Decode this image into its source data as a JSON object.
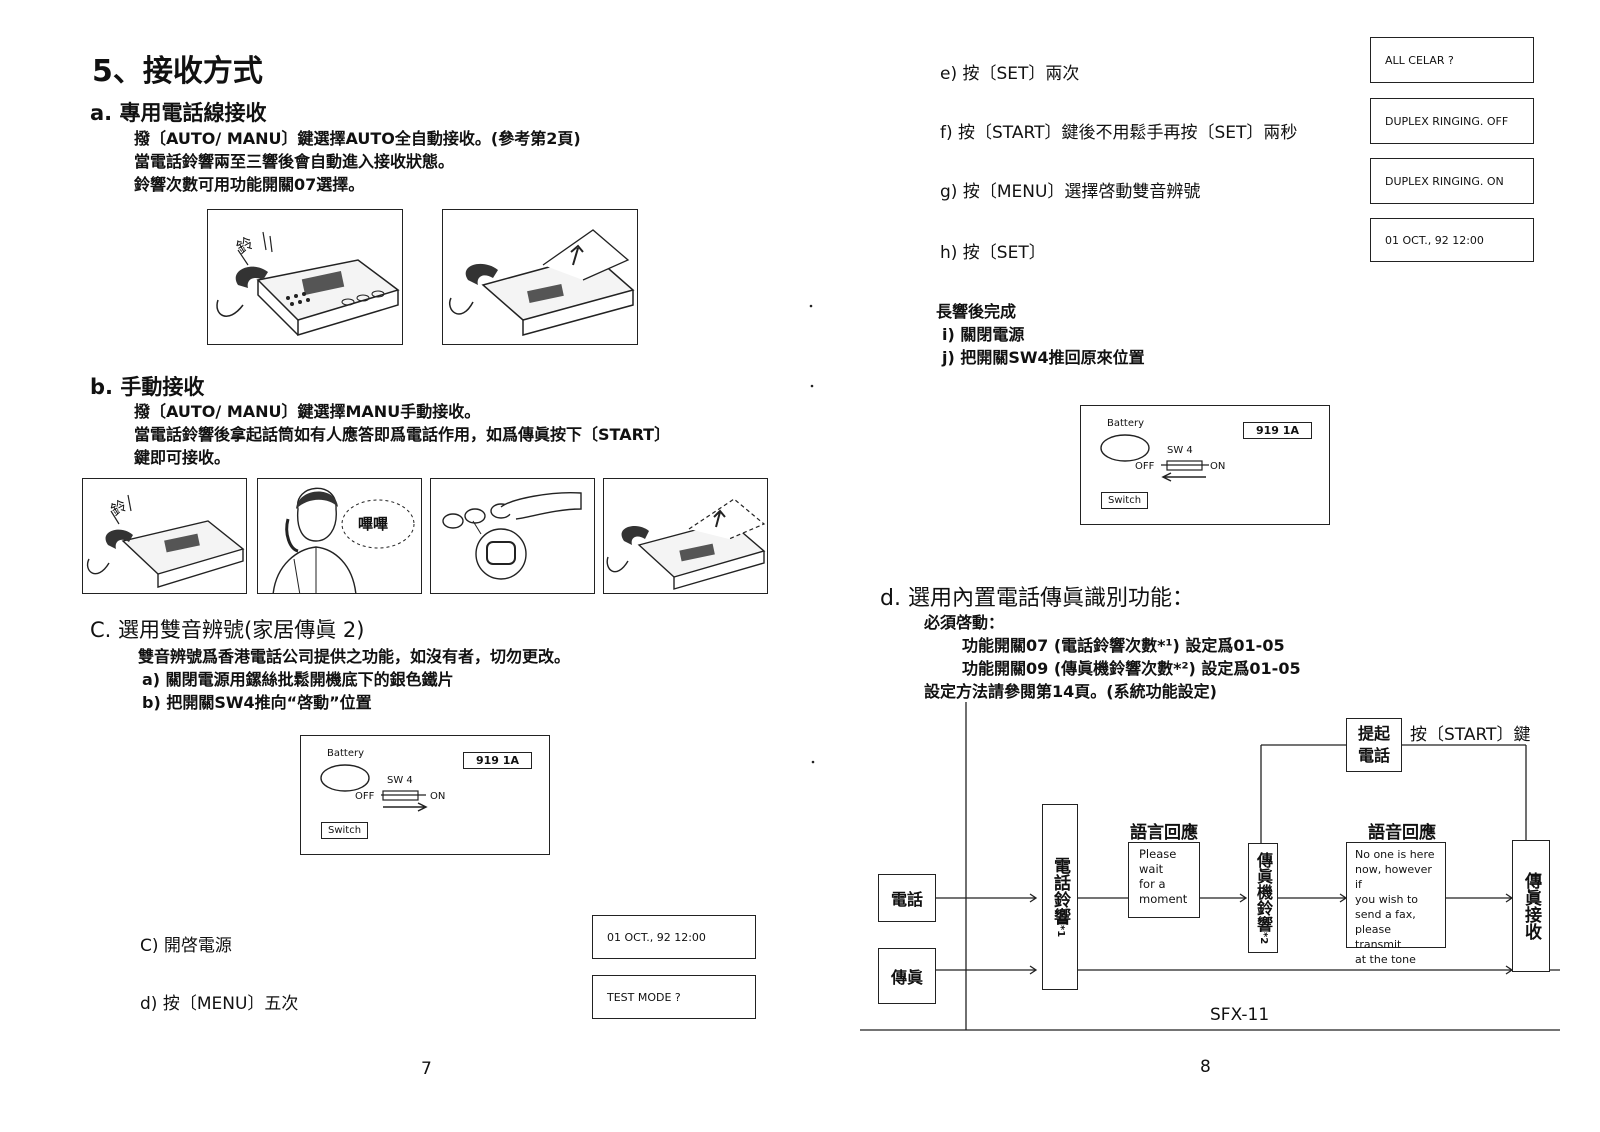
{
  "left": {
    "title": "5、接收方式",
    "a_head": "a. 專用電話線接收",
    "a_l1": "撥〔AUTO/ MANU〕鍵選擇AUTO全自動接收。(參考第2頁)",
    "a_l2": "當電話鈴響兩至三響後會自動進入接收狀態。",
    "a_l3": "鈴響次數可用功能開關07選擇。",
    "ring1": "鈴",
    "b_head": "b. 手動接收",
    "b_l1": "撥〔AUTO/ MANU〕鍵選擇MANU手動接收。",
    "b_l2": "當電話鈴響後拿起話筒如有人應答即爲電話作用，如爲傳眞按下〔START〕",
    "b_l3": "鍵即可接收。",
    "ring2": "鈴",
    "bubble": "嗶嗶",
    "c_head": "C. 選用雙音辨號(家居傳眞 2)",
    "c_l1": "雙音辨號爲香港電話公司提供之功能，如沒有者，切勿更改。",
    "c_l2": "a) 關閉電源用鏍絲批鬆開機底下的銀色鐵片",
    "c_l3": "b) 把開關SW4推向“啓動”位置",
    "sw_left": {
      "battery": "Battery",
      "code": "919 1A",
      "sw": "SW 4",
      "off": "OFF",
      "on": "ON",
      "switch": "Switch"
    },
    "step_c": "C) 開啓電源",
    "lcd_c": "01 OCT., 92   12:00",
    "step_d": "d) 按〔MENU〕五次",
    "lcd_d": "TEST MODE ?",
    "page": "7"
  },
  "right": {
    "step_e": "e) 按〔SET〕兩次",
    "lcd_e": "ALL CELAR ?",
    "step_f": "f) 按〔START〕鍵後不用鬆手再按〔SET〕兩秒",
    "lcd_f": "DUPLEX RINGING.   OFF",
    "step_g": "g) 按〔MENU〕選擇啓動雙音辨號",
    "lcd_g": "DUPLEX RINGING.   ON",
    "step_h": "h) 按〔SET〕",
    "lcd_h": "01 OCT., 92   12:00",
    "done": "長響後完成",
    "step_i": "i) 關閉電源",
    "step_j": "j) 把開關SW4推回原來位置",
    "sw_right": {
      "battery": "Battery",
      "code": "919 1A",
      "sw": "SW 4",
      "off": "OFF",
      "on": "ON",
      "switch": "Switch"
    },
    "d_head": "d. 選用內置電話傳眞識別功能：",
    "d_l1": "必須啓動：",
    "d_l2": "功能開關07 (電話鈴響次數*¹)   設定爲01-05",
    "d_l3": "功能開關09 (傳眞機鈴響次數*²) 設定爲01-05",
    "d_l4": "設定方法請參閱第14頁。(系統功能設定)",
    "diagram": {
      "pickup": "提起\n電話",
      "press_start": "按〔START〕鍵",
      "voice1_label": "語言回應",
      "voice1_msg": "Please\nwait\nfor a\nmoment",
      "voice2_label": "語音回應",
      "voice2_msg": "No one is here\nnow, however if\nyou wish to\nsend a fax,\nplease transmit\nat the tone",
      "phone_ring": "電話鈴響",
      "phone_ring_note": "*1",
      "fax_ring": "傳眞機鈴響",
      "fax_ring_note": "*2",
      "fax_receive": "傳眞接收",
      "phone_in": "電話",
      "fax_in": "傳眞",
      "model": "SFX-11"
    },
    "page": "8"
  }
}
